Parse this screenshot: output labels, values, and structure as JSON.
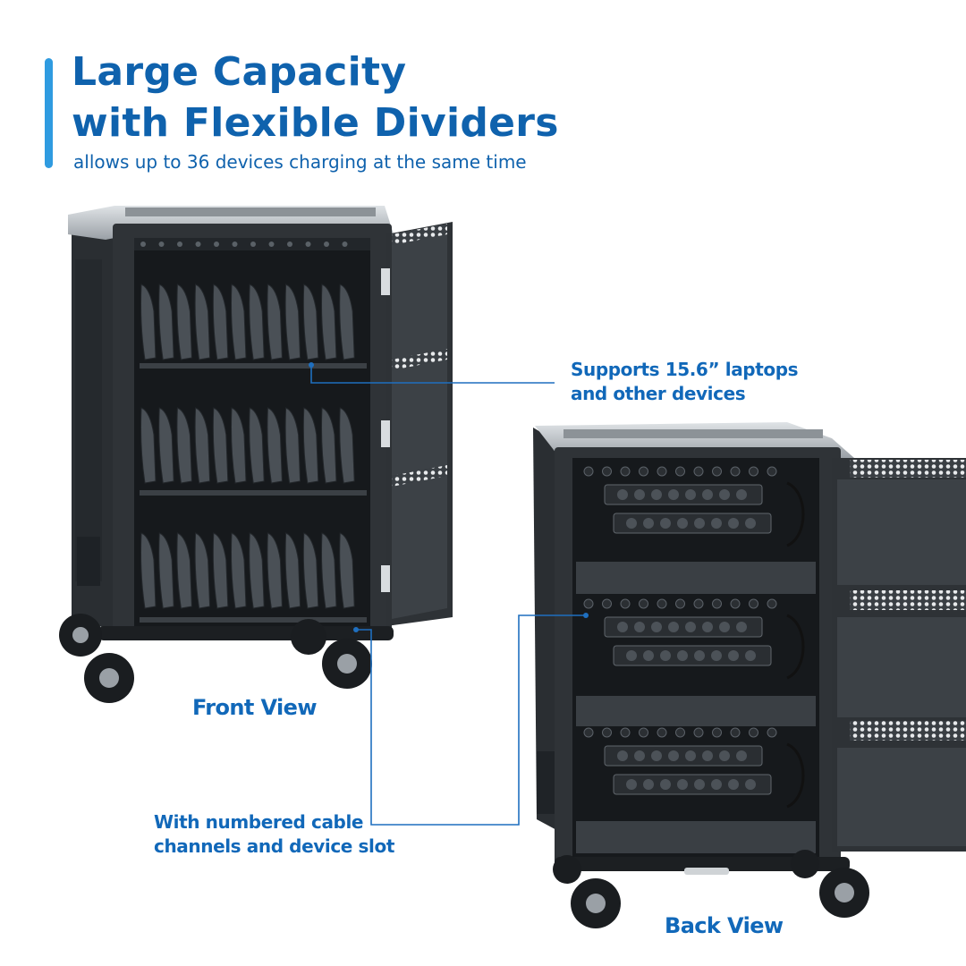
{
  "heading": {
    "line1": "Large Capacity",
    "line2": "with Flexible Dividers",
    "subtitle": "allows up to 36 devices charging at the same time"
  },
  "callouts": {
    "laptops": {
      "line1": "Supports 15.6” laptops",
      "line2": "and other devices"
    },
    "channels": {
      "line1": "With numbered cable",
      "line2": "channels and device slot"
    }
  },
  "views": {
    "front": "Front View",
    "back": "Back View"
  },
  "colors": {
    "heading": "#0f62ad",
    "label": "#1168b9",
    "accent_bar": "#2f9be0",
    "leader_line": "#1f6fbf",
    "cabinet": "#2c3034",
    "cabinet_dark": "#16191c",
    "trim": "#b9bec3"
  },
  "icons": [
    "cart-front-illustration",
    "cart-back-illustration"
  ]
}
